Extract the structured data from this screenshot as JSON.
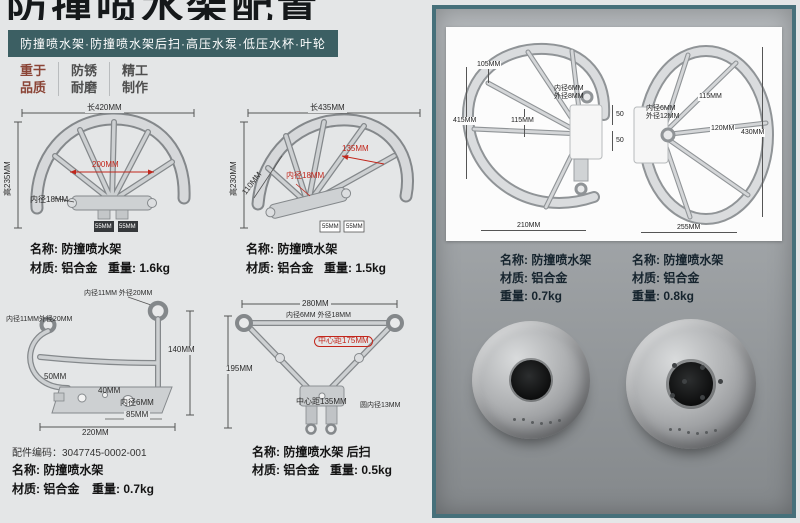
{
  "colors": {
    "accent_teal": "#3c5f63",
    "panel_border": "#46707a",
    "dim_red": "#c2261b"
  },
  "header": {
    "title_clipped": "防撞喷水架配置",
    "banner": "防撞喷水架·防撞喷水架后扫·高压水泵·低压水杯·叶轮",
    "badges": [
      {
        "top": "重于",
        "bottom": "品质"
      },
      {
        "top": "防锈",
        "bottom": "耐磨"
      },
      {
        "top": "精工",
        "bottom": "制作"
      }
    ]
  },
  "panel1": {
    "dim_width": "长420MM",
    "dim_height": "高235MM",
    "dim_inner": "200MM",
    "dim_hole": "内径18MM",
    "box1": "55MM",
    "box2": "55MM",
    "name": "名称: 防撞喷水架",
    "material": "材质: 铝合金",
    "weight": "重量: 1.6kg"
  },
  "panel2": {
    "dim_width": "长435MM",
    "dim_height": "高230MM",
    "dim_135": "135MM",
    "dim_110": "110MM",
    "dim_hole": "内径18MM",
    "box1": "55MM",
    "box2": "55MM",
    "name": "名称: 防撞喷水架",
    "material": "材质: 铝合金",
    "weight": "重量: 1.5kg"
  },
  "panel3": {
    "dim_top": "内径11MM 外径20MM",
    "dim_left": "内径11MM外径20MM",
    "dim_140": "140MM",
    "dim_50": "50MM",
    "dim_40": "40MM",
    "dim_hole": "内径6MM",
    "dim_85": "85MM",
    "dim_220": "220MM",
    "part_code": "配件编码：3047745-0002-001",
    "name": "名称: 防撞喷水架",
    "material": "材质: 铝合金",
    "weight": "重量: 0.7kg"
  },
  "panel4": {
    "dim_280": "280MM",
    "dim_hole": "内径6MM 外径18MM",
    "dim_center175": "中心距175MM",
    "dim_195": "195MM",
    "dim_center135": "中心距135MM",
    "dim_circle": "圆内径13MM",
    "name": "名称: 防撞喷水架 后扫",
    "material": "材质: 铝合金",
    "weight": "重量: 0.5kg"
  },
  "photo_panel": {
    "left": {
      "dim_105": "105MM",
      "dim_415": "415MM",
      "dim_115": "115MM",
      "hole_inner": "内径6MM",
      "hole_outer": "外径8MM",
      "gap_a": "50",
      "gap_b": "50",
      "dim_210": "210MM",
      "name": "名称: 防撞喷水架",
      "material": "材质: 铝合金",
      "weight": "重量: 0.7kg"
    },
    "right": {
      "hole_inner": "内径6MM",
      "hole_outer": "外径12MM",
      "dim_115": "115MM",
      "dim_120": "120MM",
      "dim_430": "430MM",
      "dim_255": "255MM",
      "name": "名称: 防撞喷水架",
      "material": "材质: 铝合金",
      "weight": "重量: 0.8kg"
    }
  }
}
